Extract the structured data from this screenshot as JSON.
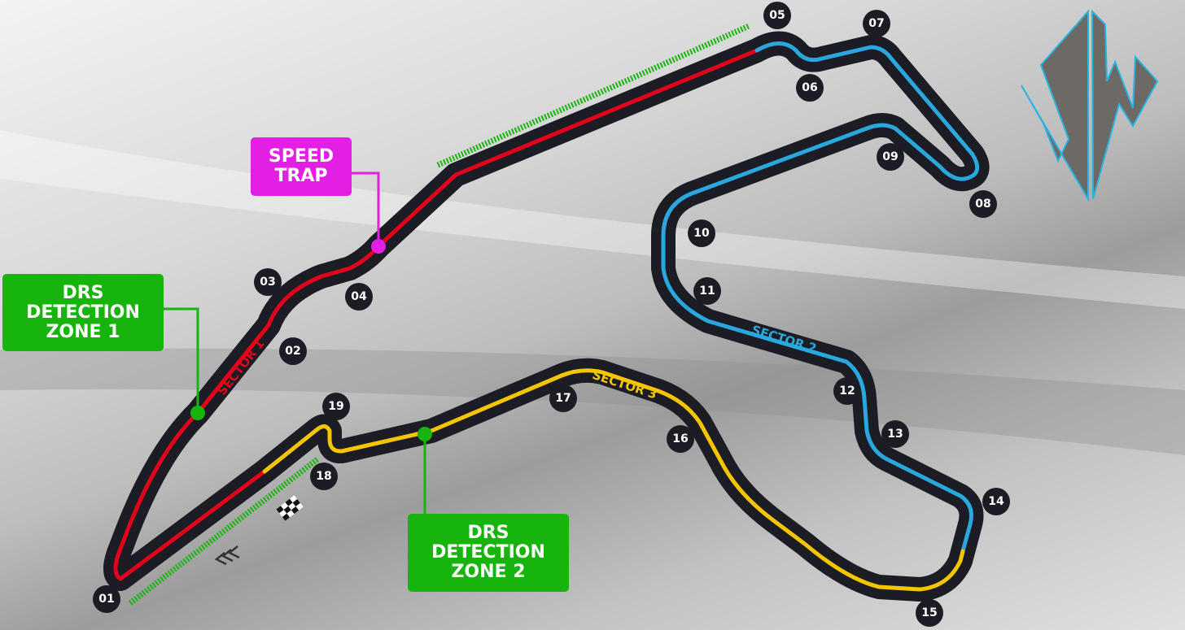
{
  "colors": {
    "track": "#1c1c24",
    "sector1": "#e3001b",
    "sector2": "#2aa7dc",
    "sector3": "#f2c500",
    "drs": "#16b40c",
    "speed_trap": "#e31fe3"
  },
  "callouts": {
    "speed_trap": "SPEED\nTRAP",
    "drs1": "DRS\nDETECTION\nZONE 1",
    "drs2": "DRS\nDETECTION\nZONE 2"
  },
  "sectors": {
    "s1": "SECTOR 1",
    "s2": "SECTOR 2",
    "s3": "SECTOR 3"
  },
  "turns": [
    "01",
    "02",
    "03",
    "04",
    "05",
    "06",
    "07",
    "08",
    "09",
    "10",
    "11",
    "12",
    "13",
    "14",
    "15",
    "16",
    "17",
    "18",
    "19"
  ],
  "icons": {
    "finish": "checkered-flag-icon",
    "direction": "direction-chevrons-icon",
    "logo": "sw-logo"
  }
}
